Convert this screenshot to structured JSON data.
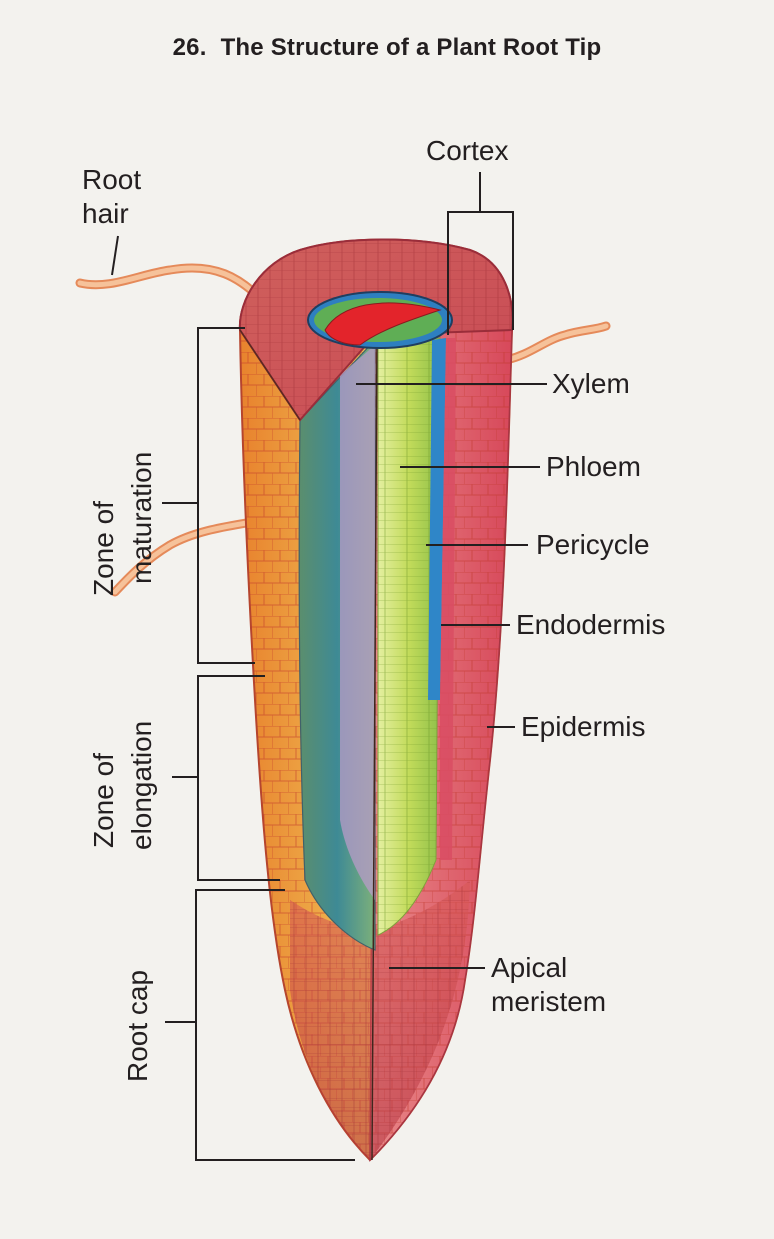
{
  "title": {
    "number": "26.",
    "text": "The Structure of a Plant Root Tip"
  },
  "labels": {
    "root_hair_1": "Root",
    "root_hair_2": "hair",
    "cortex": "Cortex",
    "xylem": "Xylem",
    "phloem": "Phloem",
    "pericycle": "Pericycle",
    "endodermis": "Endodermis",
    "epidermis": "Epidermis",
    "apical_meristem_1": "Apical",
    "apical_meristem_2": "meristem",
    "zone_maturation_1": "Zone of",
    "zone_maturation_2": "maturation",
    "zone_elongation_1": "Zone of",
    "zone_elongation_2": "elongation",
    "root_cap": "Root cap"
  },
  "colors": {
    "background": "#f3f2ee",
    "epidermis": "#d9574f",
    "cortex_outer": "#e0a23a",
    "xylem": "#3a8d8a",
    "phloem": "#c7d94a",
    "pericycle": "#2f86c8",
    "endodermis": "#d94c63",
    "root_hair": "#f2a979",
    "leader_line": "#231f20"
  }
}
